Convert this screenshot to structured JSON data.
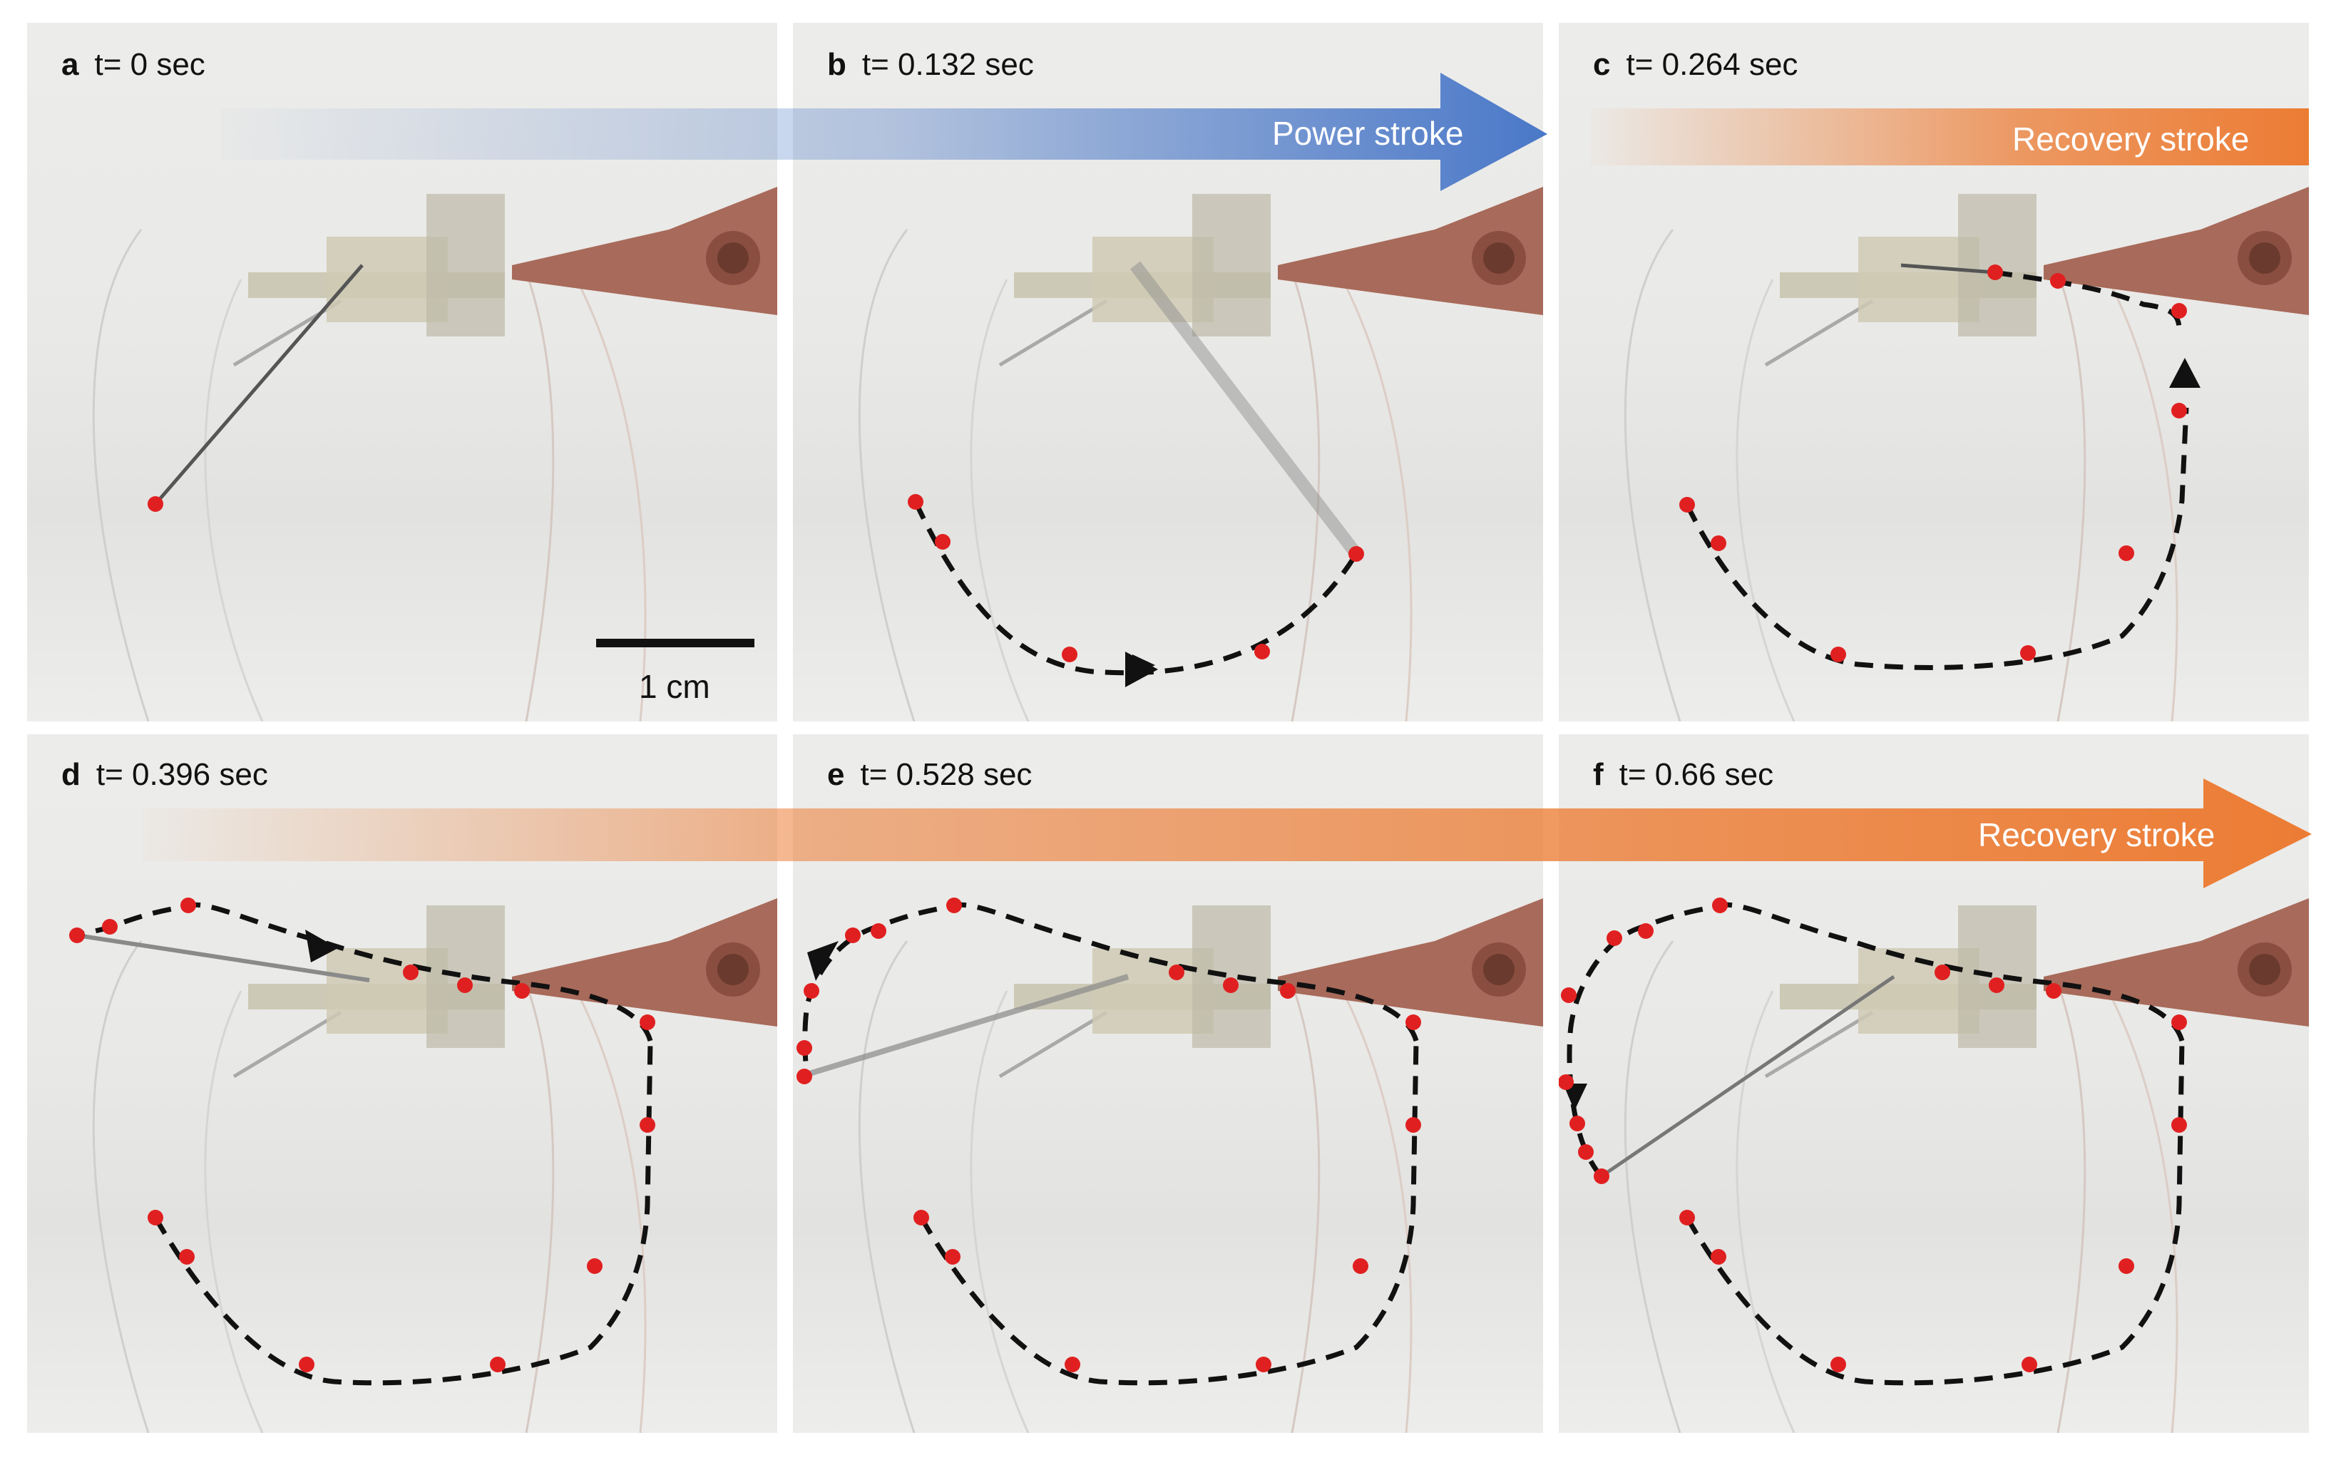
{
  "panels": [
    {
      "letter": "a",
      "time": "t= 0 sec"
    },
    {
      "letter": "b",
      "time": "t= 0.132 sec"
    },
    {
      "letter": "c",
      "time": "t= 0.264 sec"
    },
    {
      "letter": "d",
      "time": "t= 0.396 sec"
    },
    {
      "letter": "e",
      "time": "t= 0.528 sec"
    },
    {
      "letter": "f",
      "time": "t= 0.66 sec"
    }
  ],
  "arrows": {
    "power_stroke": {
      "label": "Power stroke",
      "color": "#4a78c8"
    },
    "recovery_stroke_top": {
      "label": "Recovery stroke",
      "color": "#ec7c34"
    },
    "recovery_stroke_bottom": {
      "label": "Recovery stroke",
      "color": "#ec7c34"
    }
  },
  "scale_bar": {
    "label": "1 cm"
  },
  "colors": {
    "trajectory": "#111111",
    "tip_marker": "#e02020",
    "clip": "#a86a5a",
    "device": "#c7c3ad"
  }
}
